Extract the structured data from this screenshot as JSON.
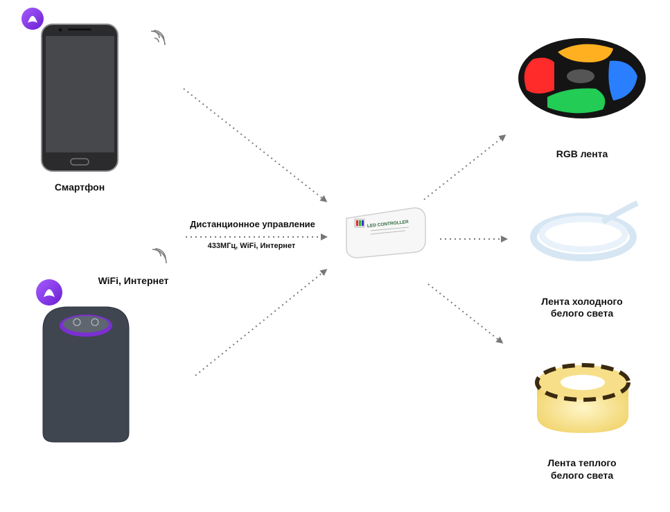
{
  "nodes": {
    "smartphone": {
      "label": "Смартфон"
    },
    "wifi_internet": {
      "label": "WiFi, Интернет"
    },
    "remote_control": {
      "label": "Дистанционное управление",
      "sublabel": "433МГц, WiFi, Интернет"
    },
    "controller": {
      "label": "LED CONTROLLER"
    },
    "rgb_strip": {
      "label": "RGB лента"
    },
    "cold_white_strip": {
      "label_line1": "Лента холодного",
      "label_line2": "белого света"
    },
    "warm_white_strip": {
      "label_line1": "Лента теплого",
      "label_line2": "белого света"
    }
  },
  "edges": [
    {
      "from": "smartphone",
      "to": "controller"
    },
    {
      "from": "remote_control",
      "to": "controller"
    },
    {
      "from": "smart_speaker",
      "to": "controller"
    },
    {
      "from": "controller",
      "to": "rgb_strip"
    },
    {
      "from": "controller",
      "to": "cold_white_strip"
    },
    {
      "from": "controller",
      "to": "warm_white_strip"
    }
  ],
  "colors": {
    "arrow": "#777777",
    "alice_purple": "#8a2be2",
    "speaker_body": "#3f4650",
    "phone_body": "#2b2b2d"
  },
  "icons": [
    "alice-logo-icon",
    "wifi-signal-icon"
  ]
}
